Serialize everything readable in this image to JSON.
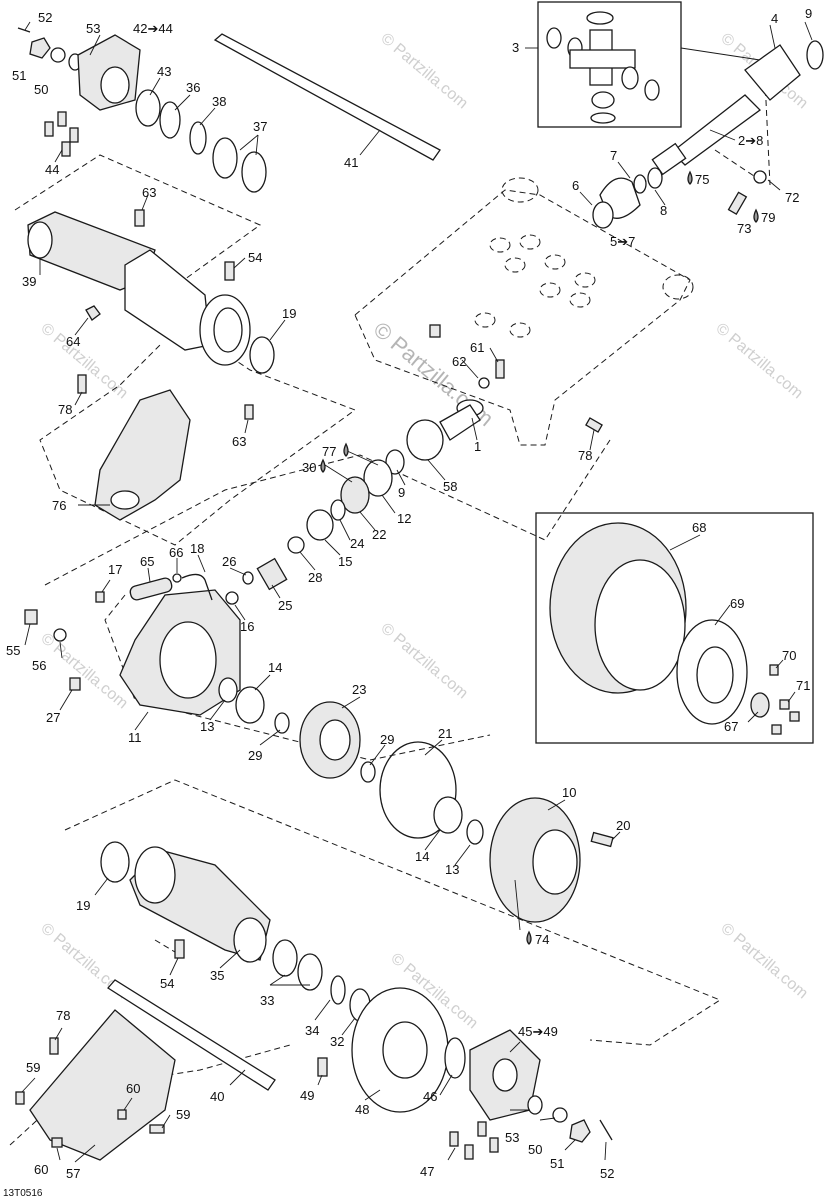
{
  "diagram": {
    "drawing_code": "13T0516",
    "watermark": "© Partzilla.com",
    "labels": {
      "p52a": "52",
      "p53a": "53",
      "p42": "42➔44",
      "p51a": "51",
      "p50a": "50",
      "p43": "43",
      "p36": "36",
      "p38": "38",
      "p37": "37",
      "p44": "44",
      "p41": "41",
      "p3": "3",
      "p4": "4",
      "p9a": "9",
      "p2": "2➔8",
      "p7a": "7",
      "p6": "6",
      "p75": "75",
      "p8": "8",
      "p72": "72",
      "p73": "73",
      "p79": "79",
      "p57r": "5➔7",
      "p63a": "63",
      "p39": "39",
      "p54a": "54",
      "p19a": "19",
      "p64": "64",
      "p61": "61",
      "p62": "62",
      "p78a": "78",
      "p63b": "63",
      "p1": "1",
      "p77": "77",
      "p30": "30",
      "p9b": "9",
      "p58": "58",
      "p78b": "78",
      "p76": "76",
      "p12": "12",
      "p22": "22",
      "p24": "24",
      "p15": "15",
      "p28": "28",
      "p68": "68",
      "p69": "69",
      "p65": "65",
      "p66": "66",
      "p18": "18",
      "p26": "26",
      "p17": "17",
      "p25": "25",
      "p16": "16",
      "p55": "55",
      "p56": "56",
      "p70": "70",
      "p71": "71",
      "p67": "67",
      "p14a": "14",
      "p23": "23",
      "p27": "27",
      "p13a": "13",
      "p29a": "29",
      "p11": "11",
      "p29b": "29",
      "p21": "21",
      "p10": "10",
      "p20": "20",
      "p14b": "14",
      "p13b": "13",
      "p19b": "19",
      "p74": "74",
      "p54b": "54",
      "p35": "35",
      "p33": "33",
      "p34": "34",
      "p32": "32",
      "p78c": "78",
      "p45": "45➔49",
      "p59a": "59",
      "p60a": "60",
      "p40": "40",
      "p49": "49",
      "p48": "48",
      "p46": "46",
      "p59b": "59",
      "p53b": "53",
      "p50b": "50",
      "p60b": "60",
      "p57": "57",
      "p51b": "51",
      "p47": "47",
      "p52b": "52"
    }
  }
}
